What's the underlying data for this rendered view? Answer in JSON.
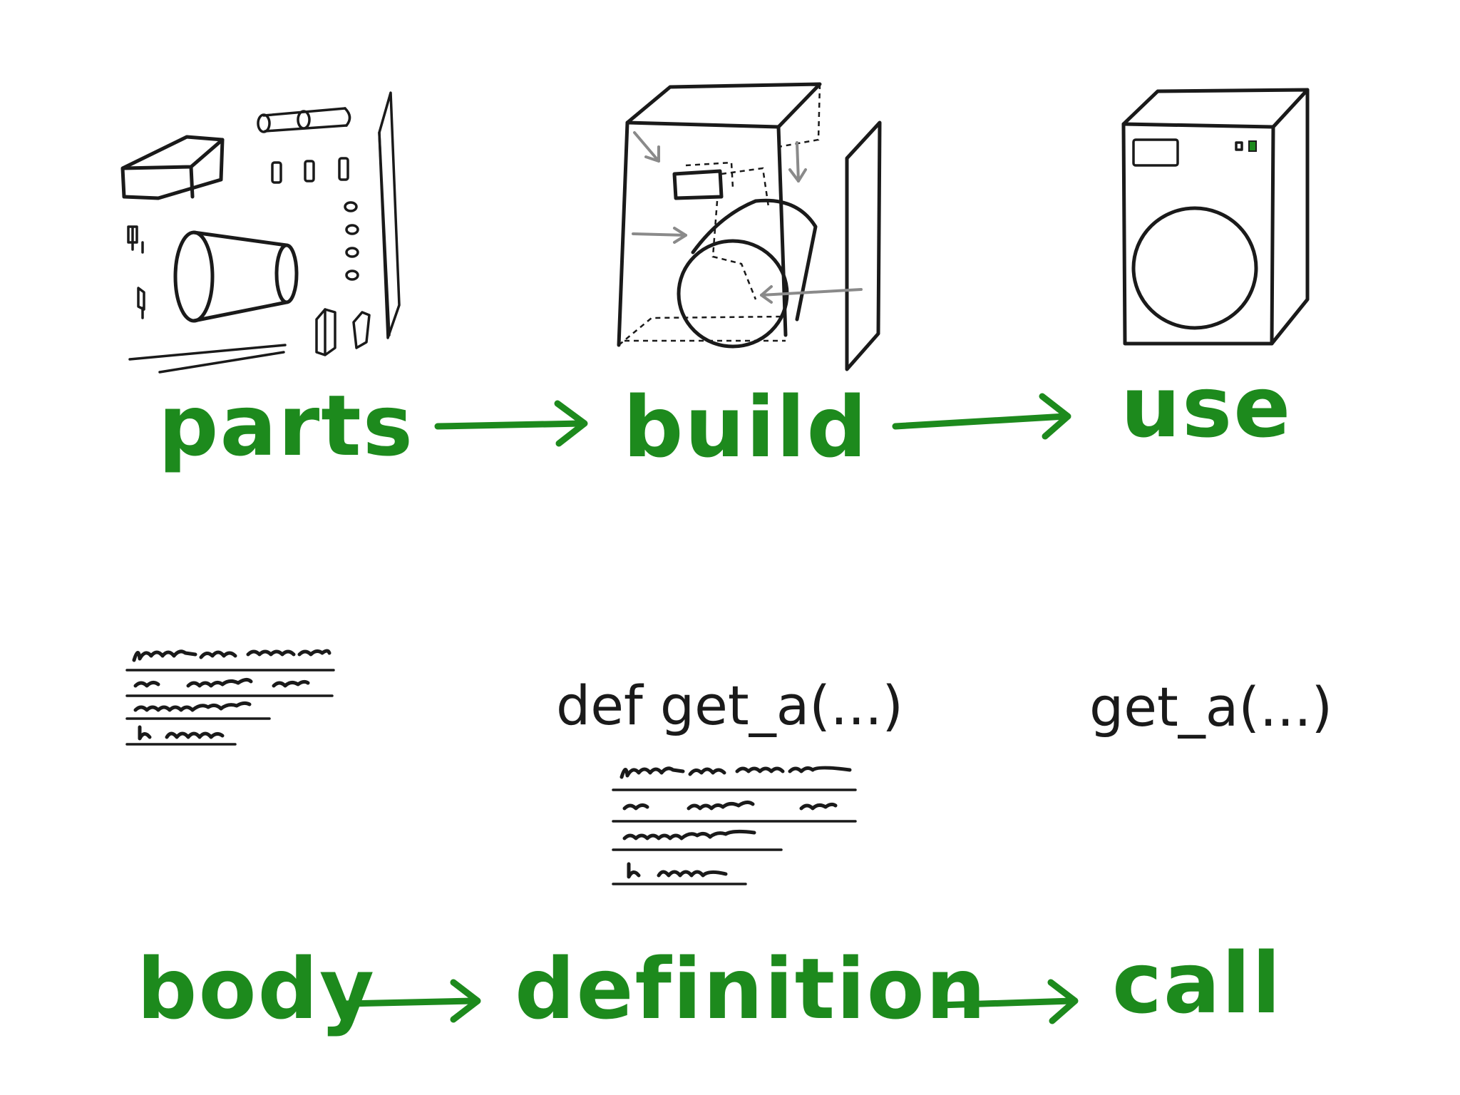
{
  "colors": {
    "label_green": "#1d8a1d",
    "ink": "#1a1a1a",
    "arrow_grey": "#8a8a8a"
  },
  "icons": {
    "parts": "disassembled-washing-machine-parts-illustration",
    "build": "washing-machine-assembly-illustration",
    "use": "assembled-washing-machine-illustration"
  },
  "top_row": {
    "labels": [
      "parts",
      "build",
      "use"
    ]
  },
  "bottom_row": {
    "labels": [
      "body",
      "definition",
      "call"
    ],
    "definition_code": "def get_a(...)",
    "call_code": "get_a(...)"
  }
}
